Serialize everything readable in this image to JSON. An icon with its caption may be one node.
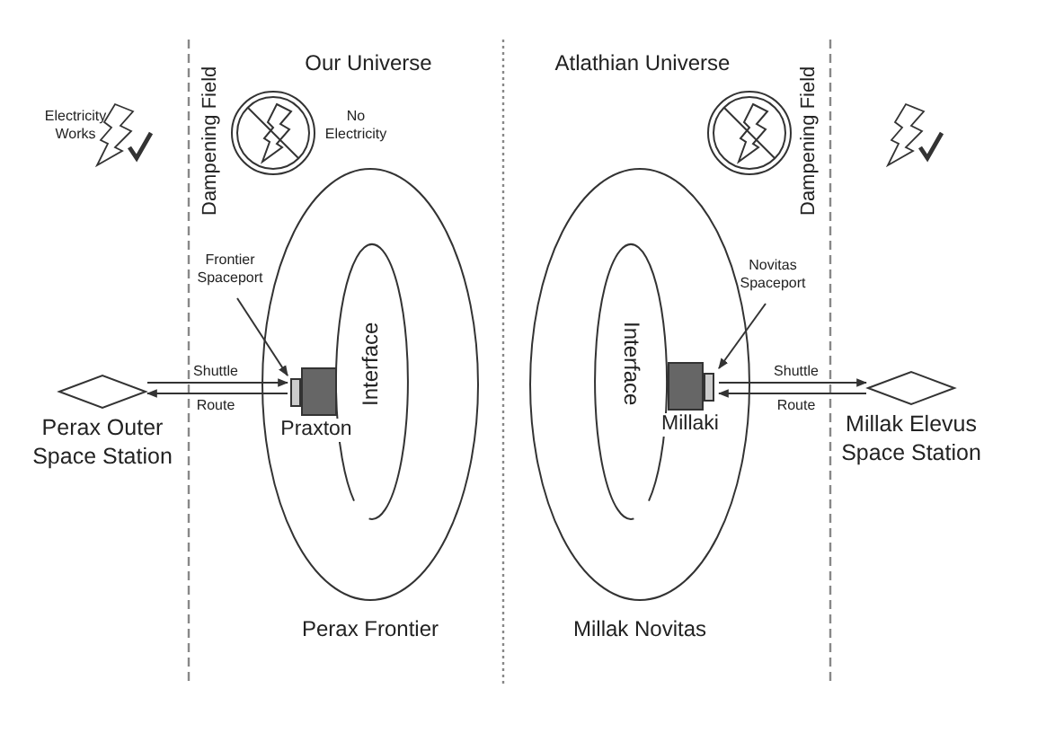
{
  "diagram": {
    "nodes": [
      {
        "text": [
          "Perax Outer Space Station"
        ]
      },
      {
        "text": [
          "Perax Frontier"
        ]
      },
      {
        "text": [
          "Interface"
        ],
        "in": 1
      },
      {
        "text": [
          "Frontier Spaceport"
        ]
      },
      {
        "text": [
          "Praxton"
        ],
        "in": 1
      },
      {
        "text": [
          "Millak Novitas"
        ]
      },
      {
        "text": [
          "Interface"
        ],
        "in": 5
      },
      {
        "text": [
          "Novitas Spaceport"
        ]
      },
      {
        "text": [
          "Millaki"
        ],
        "in": 5
      },
      {
        "text": [
          "Millak Elevus Space Station"
        ]
      }
    ],
    "edges": [
      {
        "from": 3,
        "to": 4,
        "arrow": "to"
      },
      {
        "from": 0,
        "to": 4,
        "label": "Shuttle",
        "arrow": "to"
      },
      {
        "from": 4,
        "to": 0,
        "label": "Route",
        "arrow": "to"
      },
      {
        "from": 7,
        "to": 8,
        "arrow": "to"
      },
      {
        "from": 8,
        "to": 9,
        "label": "Shuttle",
        "arrow": "to"
      },
      {
        "from": 9,
        "to": 8,
        "label": "Route",
        "arrow": "to"
      }
    ],
    "labels": [
      "Electricity Works",
      "Dampening Field",
      "Our Universe",
      "No Electricity",
      "Atlathian Universe",
      "Dampening Field"
    ]
  }
}
